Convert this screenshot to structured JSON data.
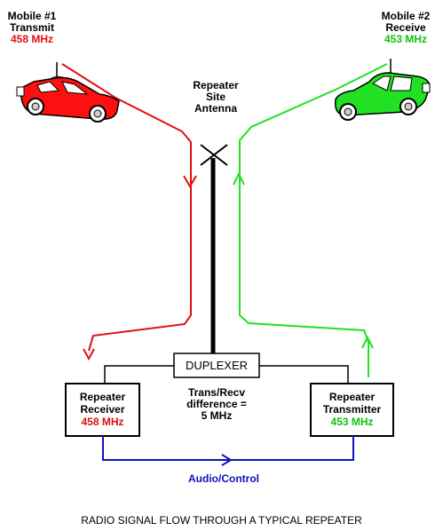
{
  "mobile1": {
    "name": "Mobile #1",
    "role": "Transmit",
    "freq": "458 MHz"
  },
  "mobile2": {
    "name": "Mobile #2",
    "role": "Receive",
    "freq": "453 MHz"
  },
  "antenna": {
    "line1": "Repeater",
    "line2": "Site",
    "line3": "Antenna"
  },
  "duplexer": {
    "label": "DUPLEXER"
  },
  "difference": {
    "line1": "Trans/Recv",
    "line2": "difference =",
    "line3": "5 MHz"
  },
  "receiver": {
    "line1": "Repeater",
    "line2": "Receiver",
    "freq": "458 MHz"
  },
  "transmitter": {
    "line1": "Repeater",
    "line2": "Transmitter",
    "freq": "453 MHz"
  },
  "audio": {
    "label": "Audio/Control"
  },
  "caption": "RADIO SIGNAL FLOW THROUGH A TYPICAL REPEATER",
  "colors": {
    "red": "#e01010",
    "green": "#22e022",
    "blue": "#1010c0",
    "black": "#000000"
  }
}
